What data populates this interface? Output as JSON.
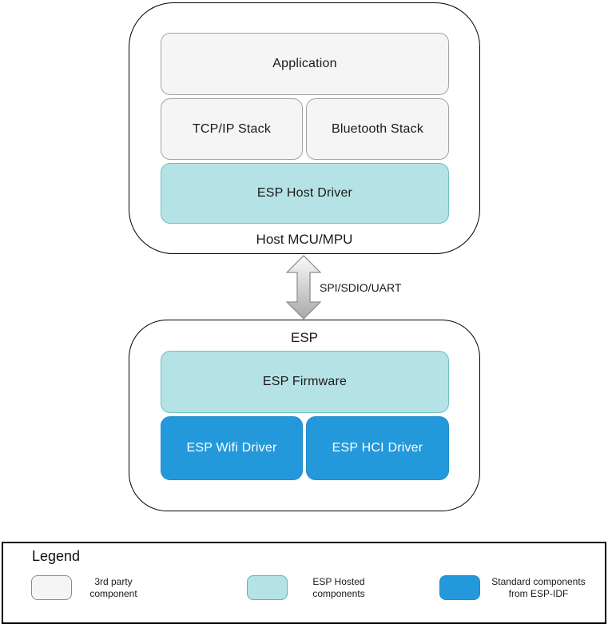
{
  "host_section": {
    "label": "Host MCU/MPU",
    "application": "Application",
    "tcpip_stack": "TCP/IP Stack",
    "bluetooth_stack": "Bluetooth Stack",
    "esp_host_driver": "ESP Host Driver"
  },
  "link": {
    "label": "SPI/SDIO/UART"
  },
  "esp_section": {
    "label": "ESP",
    "esp_firmware": "ESP Firmware",
    "esp_wifi_driver": "ESP Wifi Driver",
    "esp_hci_driver": "ESP HCI Driver"
  },
  "legend": {
    "title": "Legend",
    "items": [
      {
        "line1": "3rd party",
        "line2": "component",
        "swatch_color": "#f5f5f5"
      },
      {
        "line1": "ESP Hosted",
        "line2": "components",
        "swatch_color": "#b5e2e4"
      },
      {
        "line1": "Standard components",
        "line2": "from ESP-IDF",
        "swatch_color": "#2399db"
      }
    ]
  },
  "colors": {
    "third_party_fill": "#f5f5f5",
    "third_party_border": "#a3a3a3",
    "esp_hosted_fill": "#b5e2e4",
    "esp_hosted_border": "#6fbfc4",
    "esp_idf_fill": "#2399db",
    "esp_idf_border": "#1d8cc9",
    "container_border": "#000000",
    "arrow_fill_top": "#fbfbfb",
    "arrow_fill_bottom": "#a8a8a8",
    "text": "#1a1a1a"
  }
}
